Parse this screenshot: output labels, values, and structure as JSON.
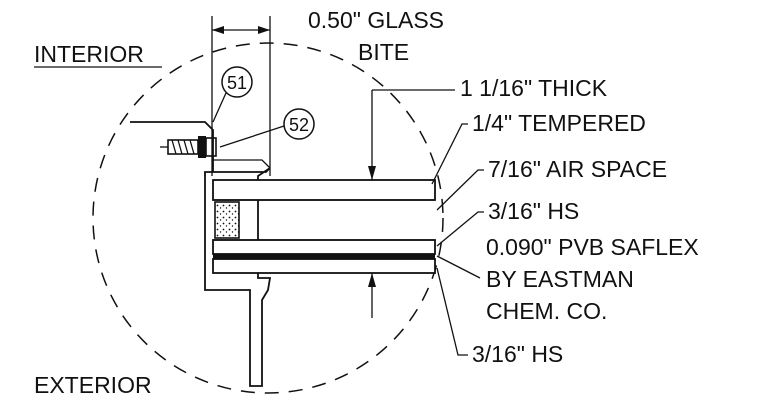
{
  "labels": {
    "interior": "INTERIOR",
    "exterior": "EXTERIOR",
    "glass_bite_line1": "0.50\" GLASS",
    "glass_bite_line2": "BITE",
    "thick": "1 1/16\" THICK",
    "tempered": "1/4\" TEMPERED",
    "air_space": "7/16\" AIR SPACE",
    "hs_top": "3/16\" HS",
    "pvb_line1": "0.090\" PVB SAFLEX",
    "pvb_line2": "BY EASTMAN",
    "pvb_line3": "CHEM. CO.",
    "hs_bottom": "3/16\" HS"
  },
  "callouts": {
    "bubble_51": "51",
    "bubble_52": "52"
  }
}
